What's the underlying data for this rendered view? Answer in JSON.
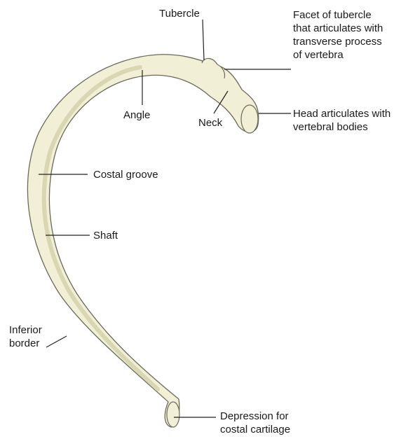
{
  "colors": {
    "bone_fill": "#f1efd5",
    "bone_shadow": "#d9d6b3",
    "bone_outline": "#6b6a5a",
    "leader_line": "#222222",
    "text": "#1a1a1a"
  },
  "labels": {
    "tubercle": [
      "Tubercle"
    ],
    "facet": [
      "Facet of tubercle",
      "that articulates with",
      "transverse process",
      "of vertebra"
    ],
    "angle": [
      "Angle"
    ],
    "neck": [
      "Neck"
    ],
    "head": [
      "Head articulates with",
      "vertebral bodies"
    ],
    "costal_groove": [
      "Costal groove"
    ],
    "shaft": [
      "Shaft"
    ],
    "inferior_border": [
      "Inferior",
      "border"
    ],
    "depression": [
      "Depression for",
      "costal cartilage"
    ]
  }
}
